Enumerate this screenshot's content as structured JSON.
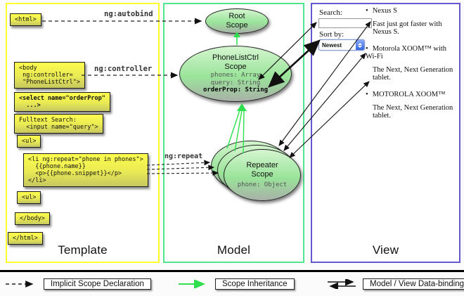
{
  "panels": {
    "template": {
      "label": "Template"
    },
    "model": {
      "label": "Model"
    },
    "view": {
      "label": "View"
    }
  },
  "template_boxes": {
    "html_open": "<html>",
    "body_open": "<body\n ng:controller=\n \"PhoneListCtrl\">",
    "select": "<select name=\"orderProp\"\n  ...>",
    "fulltext": "Fulltext Search:\n  <input name=\"query\">",
    "ul_open": "<ul>",
    "li_repeat": "<li ng:repeat=\"phone in phones\">\n  {{phone.name}}\n  <p>{{phone.snippet}}</p>\n</li>",
    "ul_close": "<ul>",
    "body_close": "</body>",
    "html_close": "</html>"
  },
  "ng_labels": {
    "autobind": "ng:autobind",
    "controller": "ng:controller",
    "repeat": "ng:repeat"
  },
  "scopes": {
    "root": {
      "title": "Root\nScope"
    },
    "phonelist": {
      "title": "PhoneListCtrl\nScope",
      "props": [
        "phones: Array",
        "query: String"
      ],
      "bold_prop": "orderProp: String"
    },
    "repeater": {
      "title": "Repeater\nScope",
      "prop": "phone: Object"
    }
  },
  "view": {
    "search_label": "Search:",
    "sort_label": "Sort by:",
    "sort_value": "Newest",
    "items": [
      {
        "title": "Nexus S",
        "desc": "Fast just got faster with Nexus S."
      },
      {
        "title": "Motorola XOOM™ with Wi-Fi",
        "desc": "The Next, Next Generation tablet."
      },
      {
        "title": "MOTOROLA XOOM™",
        "desc": "The Next, Next Generation tablet."
      }
    ]
  },
  "legend": {
    "items": [
      {
        "label": "Implicit Scope Declaration"
      },
      {
        "label": "Scope Inheritance"
      },
      {
        "label": "Model / View Data-binding"
      }
    ]
  },
  "colors": {
    "template_border": "#ffff2e",
    "model_border": "#50e68f",
    "view_border": "#6458cf",
    "green_arrow": "#2ee04e",
    "box_yellow_top": "#fdfd4e",
    "box_yellow_bottom": "#c6c75f",
    "scope_green_top": "#d5f5d0",
    "scope_green_bottom": "#a8b0a8"
  }
}
